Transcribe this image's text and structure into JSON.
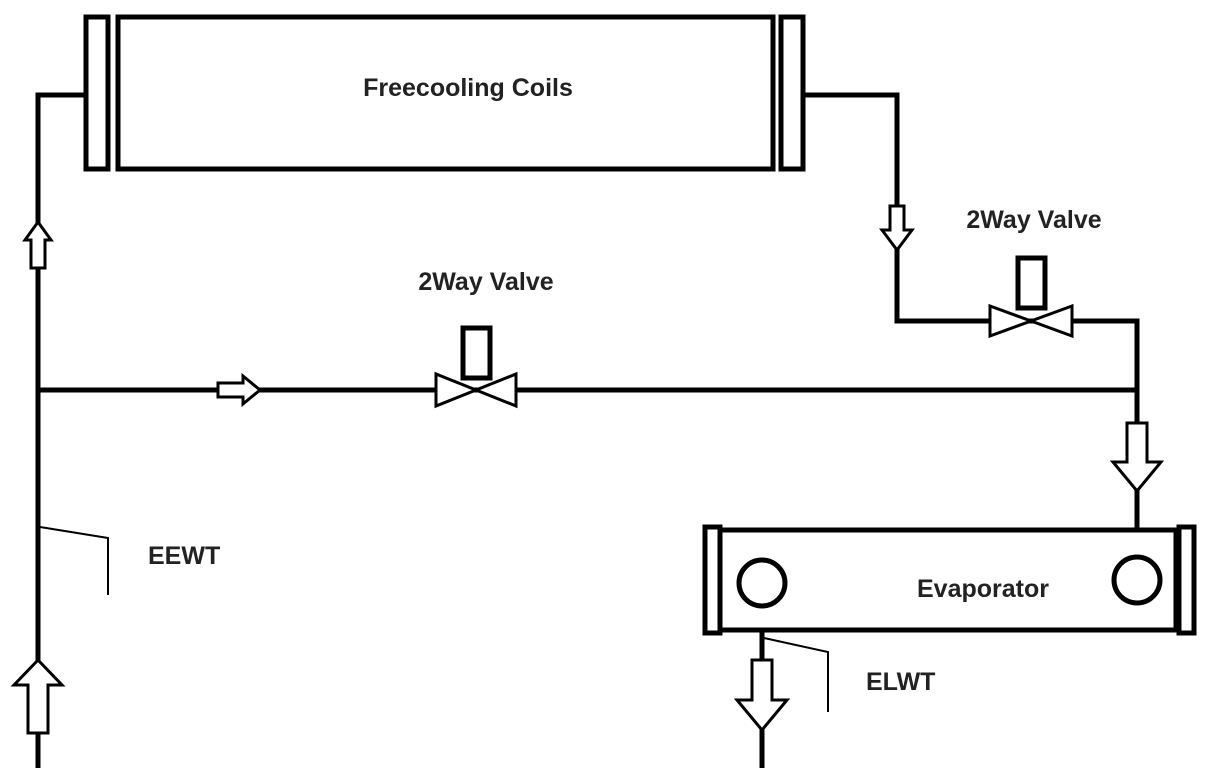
{
  "labels": {
    "coils": "Freecooling Coils",
    "valve_top": "2Way Valve",
    "valve_middle": "2Way Valve",
    "evaporator": "Evaporator",
    "eewt": "EEWT",
    "elwt": "ELWT"
  },
  "colors": {
    "line": "#000000",
    "text": "#222222",
    "background": "#ffffff"
  }
}
